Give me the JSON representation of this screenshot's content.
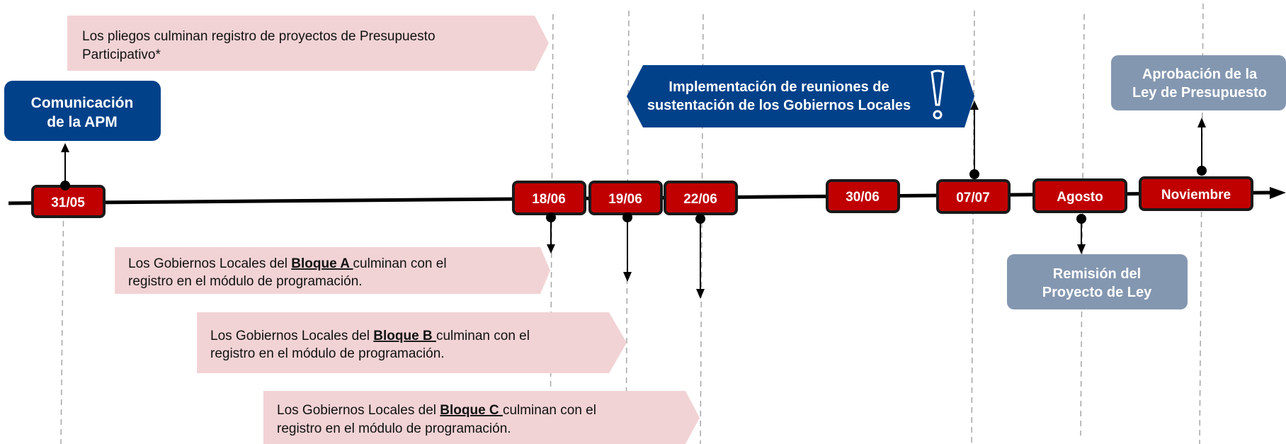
{
  "colors": {
    "date_box": "#c00000",
    "date_border": "#1a1a1a",
    "note_fill": "#f2d3d5",
    "blue": "#00418a",
    "gray_blue": "#8497b0",
    "guide": "#a6a6a6",
    "axis": "#000000"
  },
  "dates": [
    {
      "id": "d-31-05",
      "label": "31/05"
    },
    {
      "id": "d-18-06",
      "label": "18/06"
    },
    {
      "id": "d-19-06",
      "label": "19/06"
    },
    {
      "id": "d-22-06",
      "label": "22/06"
    },
    {
      "id": "d-30-06",
      "label": "30/06"
    },
    {
      "id": "d-07-07",
      "label": "07/07"
    },
    {
      "id": "d-agosto",
      "label": "Agosto"
    },
    {
      "id": "d-noviembre",
      "label": "Noviembre"
    }
  ],
  "milestones": {
    "apm": {
      "line1": "Comunicación",
      "line2": "de la APM"
    },
    "reuniones": {
      "line1": "Implementación de reuniones de",
      "line2": "sustentación de los Gobiernos Locales",
      "icon": "exclamation-icon"
    },
    "aprobacion": {
      "line1": "Aprobación de la",
      "line2": "Ley de Presupuesto"
    },
    "remision": {
      "line1": "Remisión del",
      "line2": "Proyecto de Ley"
    }
  },
  "notes": {
    "pliegos": {
      "line1": "Los pliegos culminan registro de proyectos de Presupuesto",
      "line2": "Participativo*"
    },
    "bloque_a": {
      "prefix": "Los Gobiernos Locales del ",
      "bold": "Bloque A ",
      "suffix": "culminan con el",
      "line2": "registro en el módulo de programación."
    },
    "bloque_b": {
      "prefix": "Los Gobiernos Locales del ",
      "bold": "Bloque B ",
      "suffix": "culminan con el",
      "line2": "registro en el módulo de programación."
    },
    "bloque_c": {
      "prefix": "Los Gobiernos Locales del ",
      "bold": "Bloque C ",
      "suffix": "culminan con el",
      "line2": "registro en el módulo de programación."
    }
  }
}
